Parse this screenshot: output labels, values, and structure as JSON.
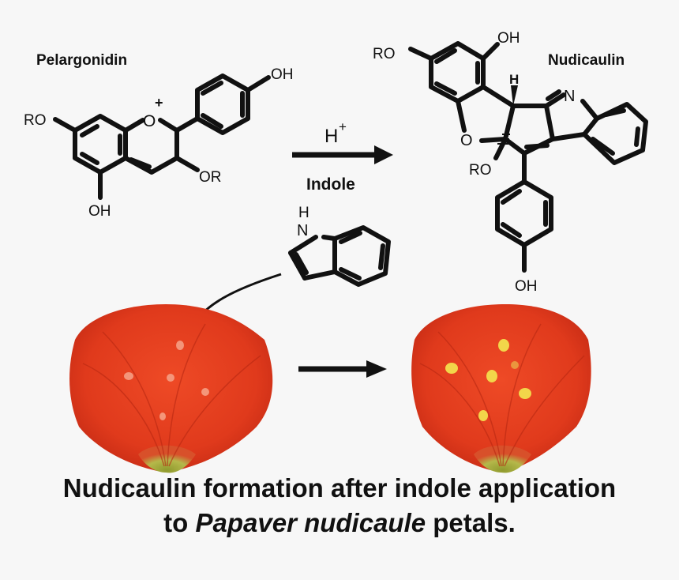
{
  "figure": {
    "pelargonidin": {
      "title": "Pelargonidin",
      "ro_left": "RO",
      "oxygen": "O",
      "charge": "+",
      "oh_top": "OH",
      "or_right": "OR",
      "oh_bottom": "OH"
    },
    "reaction": {
      "reagent_h": "H",
      "reagent_sup": "+",
      "reagent_label": "Indole"
    },
    "indole": {
      "nh_n": "N",
      "nh_h": "H"
    },
    "nudicaulin": {
      "title": "Nudicaulin",
      "ro_top": "RO",
      "oh_top": "OH",
      "h_label": "H",
      "n_label": "N",
      "o_label": "O",
      "ro_bottom": "RO",
      "oh_bottom": "OH"
    },
    "caption": {
      "line1": "Nudicaulin formation after indole application",
      "line2_pre": "to ",
      "line2_italic": "Papaver nudicaule",
      "line2_post": " petals."
    },
    "colors": {
      "petal_red": "#e63a1e",
      "petal_dark": "#c42a14",
      "petal_base": "#a9b03c",
      "spot_yellow": "#f2d64a",
      "ink": "#111111"
    }
  }
}
